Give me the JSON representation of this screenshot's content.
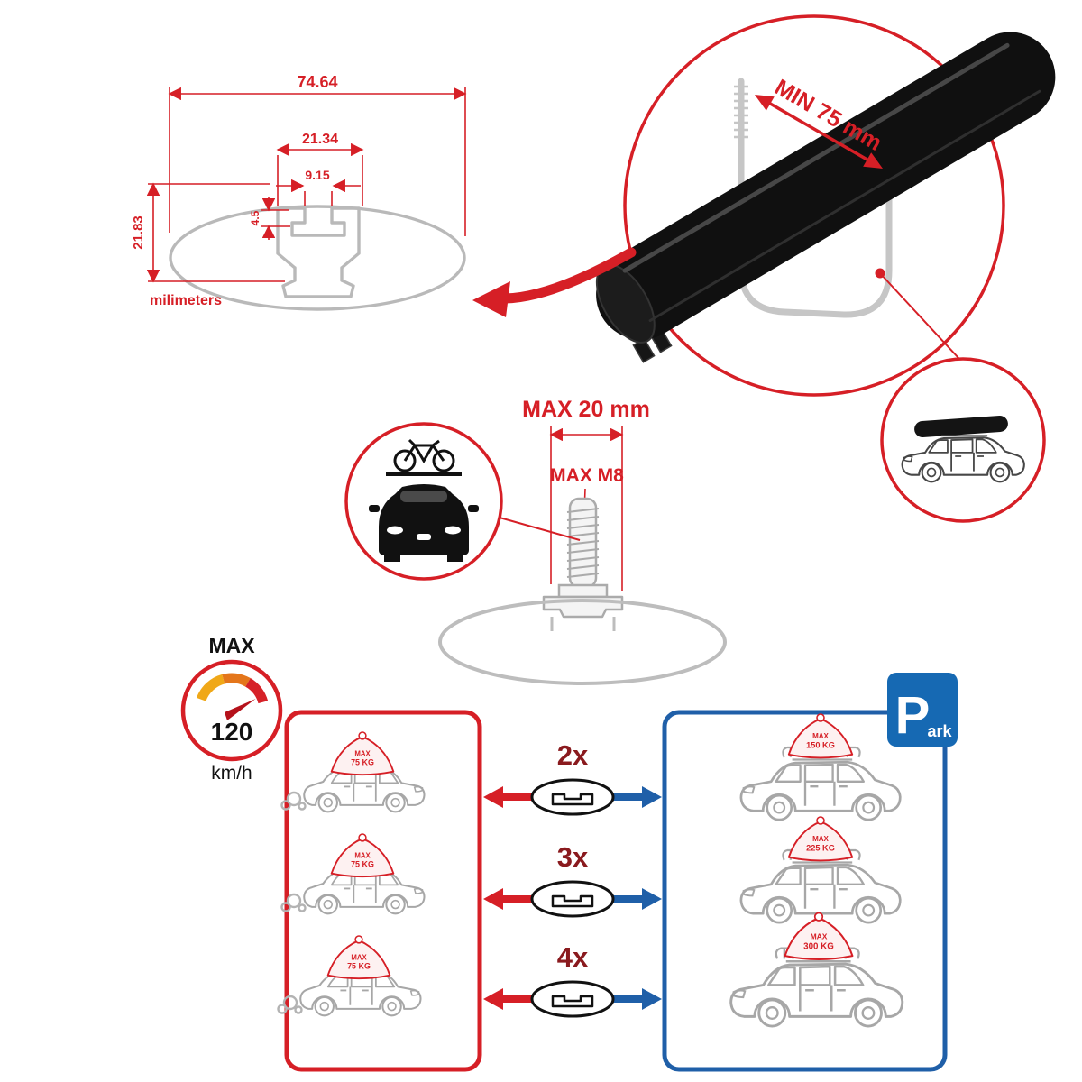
{
  "colors": {
    "red": "#d61f26",
    "blue": "#1f5fa8",
    "park_blue": "#1669b3",
    "count_dark_red": "#8a1a1e",
    "line_art_gray": "#b9b9b9",
    "bar_black": "#101010"
  },
  "profile_drawing": {
    "width_total": "74.64",
    "channel_width": "21.34",
    "slot_width": "9.15",
    "lip_depth": "4.5",
    "height": "21.83",
    "units": "milimeters"
  },
  "clamp_detail": {
    "min_span": "MIN 75 mm"
  },
  "bolt_detail": {
    "max_length": "MAX 20 mm",
    "max_thread": "MAX M8"
  },
  "speed_limit": {
    "label": "MAX",
    "value": "120",
    "unit": "km/h"
  },
  "park_sign": {
    "initial": "P",
    "suffix": "ark"
  },
  "capacity": {
    "rows": [
      {
        "count": "2x",
        "driving": {
          "l1": "MAX",
          "l2": "75 KG"
        },
        "parked": {
          "l1": "MAX",
          "l2": "150 KG"
        }
      },
      {
        "count": "3x",
        "driving": {
          "l1": "MAX",
          "l2": "75 KG"
        },
        "parked": {
          "l1": "MAX",
          "l2": "225 KG"
        }
      },
      {
        "count": "4x",
        "driving": {
          "l1": "MAX",
          "l2": "75 KG"
        },
        "parked": {
          "l1": "MAX",
          "l2": "300 KG"
        }
      }
    ]
  }
}
